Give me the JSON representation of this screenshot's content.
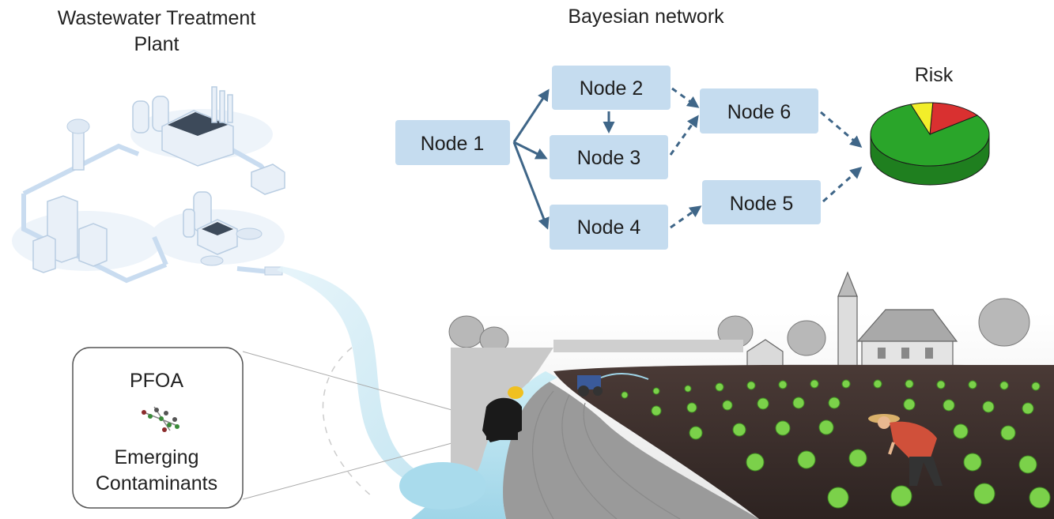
{
  "titles": {
    "plant_line1": "Wastewater Treatment",
    "plant_line2": "Plant",
    "network": "Bayesian network",
    "risk": "Risk"
  },
  "nodes": [
    {
      "id": "n1",
      "label": "Node 1"
    },
    {
      "id": "n2",
      "label": "Node 2"
    },
    {
      "id": "n3",
      "label": "Node 3"
    },
    {
      "id": "n4",
      "label": "Node 4"
    },
    {
      "id": "n5",
      "label": "Node 5"
    },
    {
      "id": "n6",
      "label": "Node 6"
    }
  ],
  "edges": [
    {
      "from": "n1",
      "to": "n2",
      "style": "solid"
    },
    {
      "from": "n1",
      "to": "n3",
      "style": "solid"
    },
    {
      "from": "n1",
      "to": "n4",
      "style": "solid"
    },
    {
      "from": "n2",
      "to": "n3",
      "style": "solid"
    },
    {
      "from": "n2",
      "to": "n6",
      "style": "dashed"
    },
    {
      "from": "n3",
      "to": "n6",
      "style": "dashed"
    },
    {
      "from": "n4",
      "to": "n5",
      "style": "dashed"
    },
    {
      "from": "n6",
      "to": "risk",
      "style": "dashed"
    },
    {
      "from": "n5",
      "to": "risk",
      "style": "dashed"
    }
  ],
  "contaminant_box": {
    "line1": "PFOA",
    "line2": "Emerging",
    "line3": "Contaminants"
  },
  "risk_pie": [
    {
      "share": 0.8,
      "color": "#2aa52a"
    },
    {
      "share": 0.14,
      "color": "#d93030"
    },
    {
      "share": 0.06,
      "color": "#f2ee2a"
    }
  ],
  "colors": {
    "node_fill": "#c5dcef",
    "arrow": "#3f6688",
    "water": "#b7e1ef",
    "plant_pipe": "#c9dcf0"
  }
}
